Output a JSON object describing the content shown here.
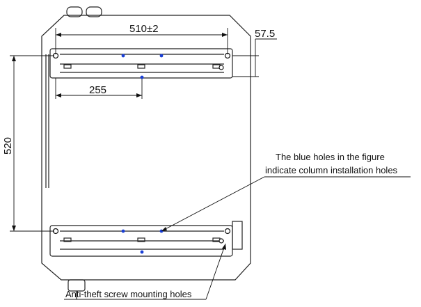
{
  "dimensions": {
    "width": "510±2",
    "offset": "57.5",
    "half_width": "255",
    "height": "520"
  },
  "annotations": {
    "blue_holes_line1": "The blue holes in the figure",
    "blue_holes_line2": "indicate column installation holes",
    "anti_theft": "Anti-theft screw mounting holes"
  },
  "colors": {
    "line": "#111111",
    "blue_hole": "#1a3fd6",
    "background": "#ffffff"
  }
}
